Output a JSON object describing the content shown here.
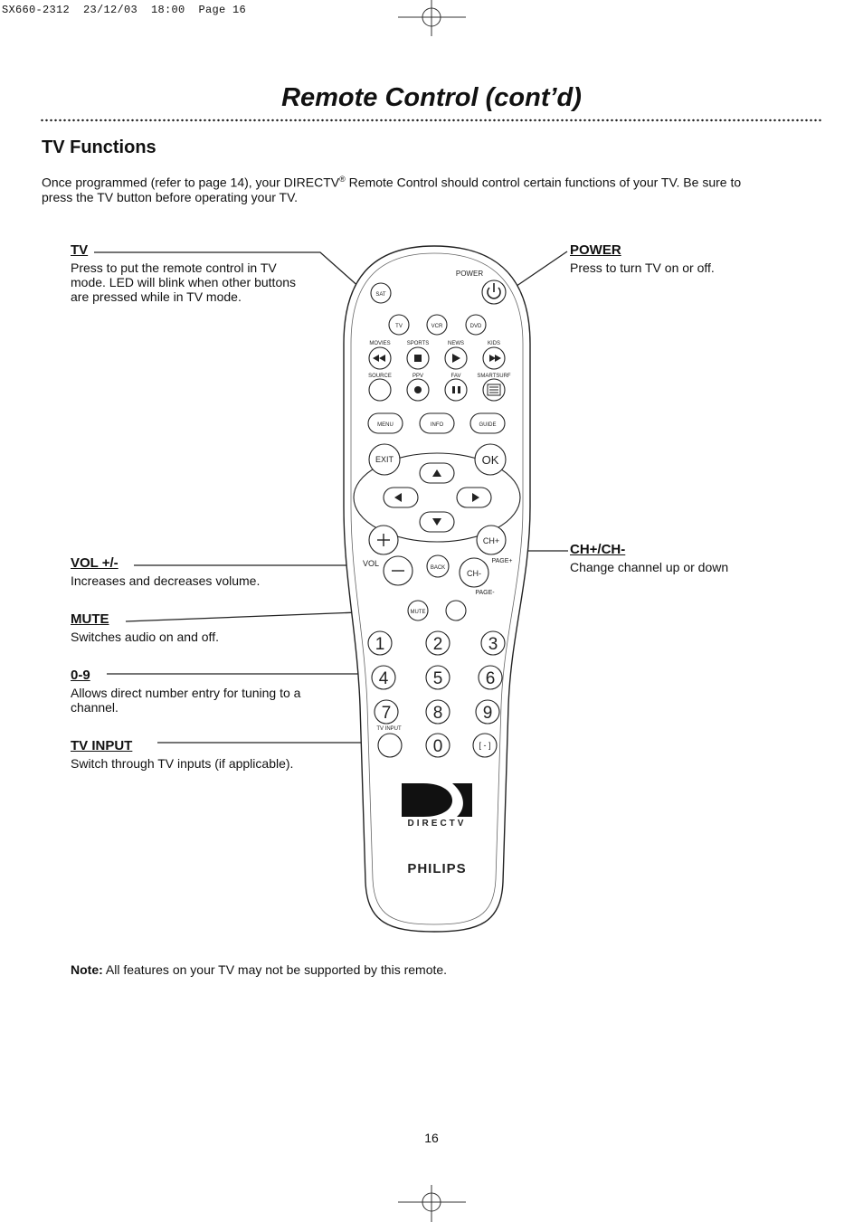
{
  "print_header": "SX660-2312  23/12/03  18:00  Page 16",
  "title": "Remote Control (cont’d)",
  "section": "TV Functions",
  "intro": {
    "before": "Once programmed (refer to page 14), your DIRECTV",
    "reg": "®",
    "after": " Remote Control should control certain functions of your TV. Be sure to press the TV button before operating your TV."
  },
  "callouts": {
    "tv": {
      "label": "TV",
      "desc": "Press to put the remote control in TV mode. LED will blink when other buttons are pressed while in TV mode."
    },
    "power": {
      "label": "POWER",
      "desc": "Press to turn TV on or off."
    },
    "ch": {
      "label": "CH+/CH-",
      "desc": "Change channel up or down"
    },
    "vol": {
      "label": "VOL +/-",
      "desc": "Increases and decreases volume."
    },
    "mute": {
      "label": "MUTE",
      "desc": "Switches audio on and off."
    },
    "digits": {
      "label": "0-9",
      "desc": "Allows direct number entry for tuning to a channel."
    },
    "tvinput": {
      "label": "TV INPUT",
      "desc": "Switch through TV inputs (if applicable)."
    }
  },
  "remote": {
    "power_label": "POWER",
    "sat": "SAT",
    "tv": "TV",
    "vcr": "VCR",
    "dvd": "DVD",
    "movies": "MOVIES",
    "sports": "SPORTS",
    "news": "NEWS",
    "kids": "KIDS",
    "source": "SOURCE",
    "ppv": "PPV",
    "fav": "FAV",
    "smartsurf": "SMARTSURF",
    "menu": "MENU",
    "info": "INFO",
    "guide": "GUIDE",
    "exit": "EXIT",
    "ok": "OK",
    "vol": "VOL",
    "back": "BACK",
    "chplus": "CH+",
    "chminus": "CH-",
    "pageplus": "PAGE+",
    "pageminus": "PAGE-",
    "mute": "MUTE",
    "tvinput": "TV INPUT",
    "dash": "[ - ]",
    "digits": [
      "1",
      "2",
      "3",
      "4",
      "5",
      "6",
      "7",
      "8",
      "9",
      "0"
    ],
    "directv": "DIRECTV",
    "brand": "PHILIPS"
  },
  "note": {
    "bold": "Note:",
    "text": " All features on your TV may not be supported by this remote."
  },
  "page_number": "16"
}
